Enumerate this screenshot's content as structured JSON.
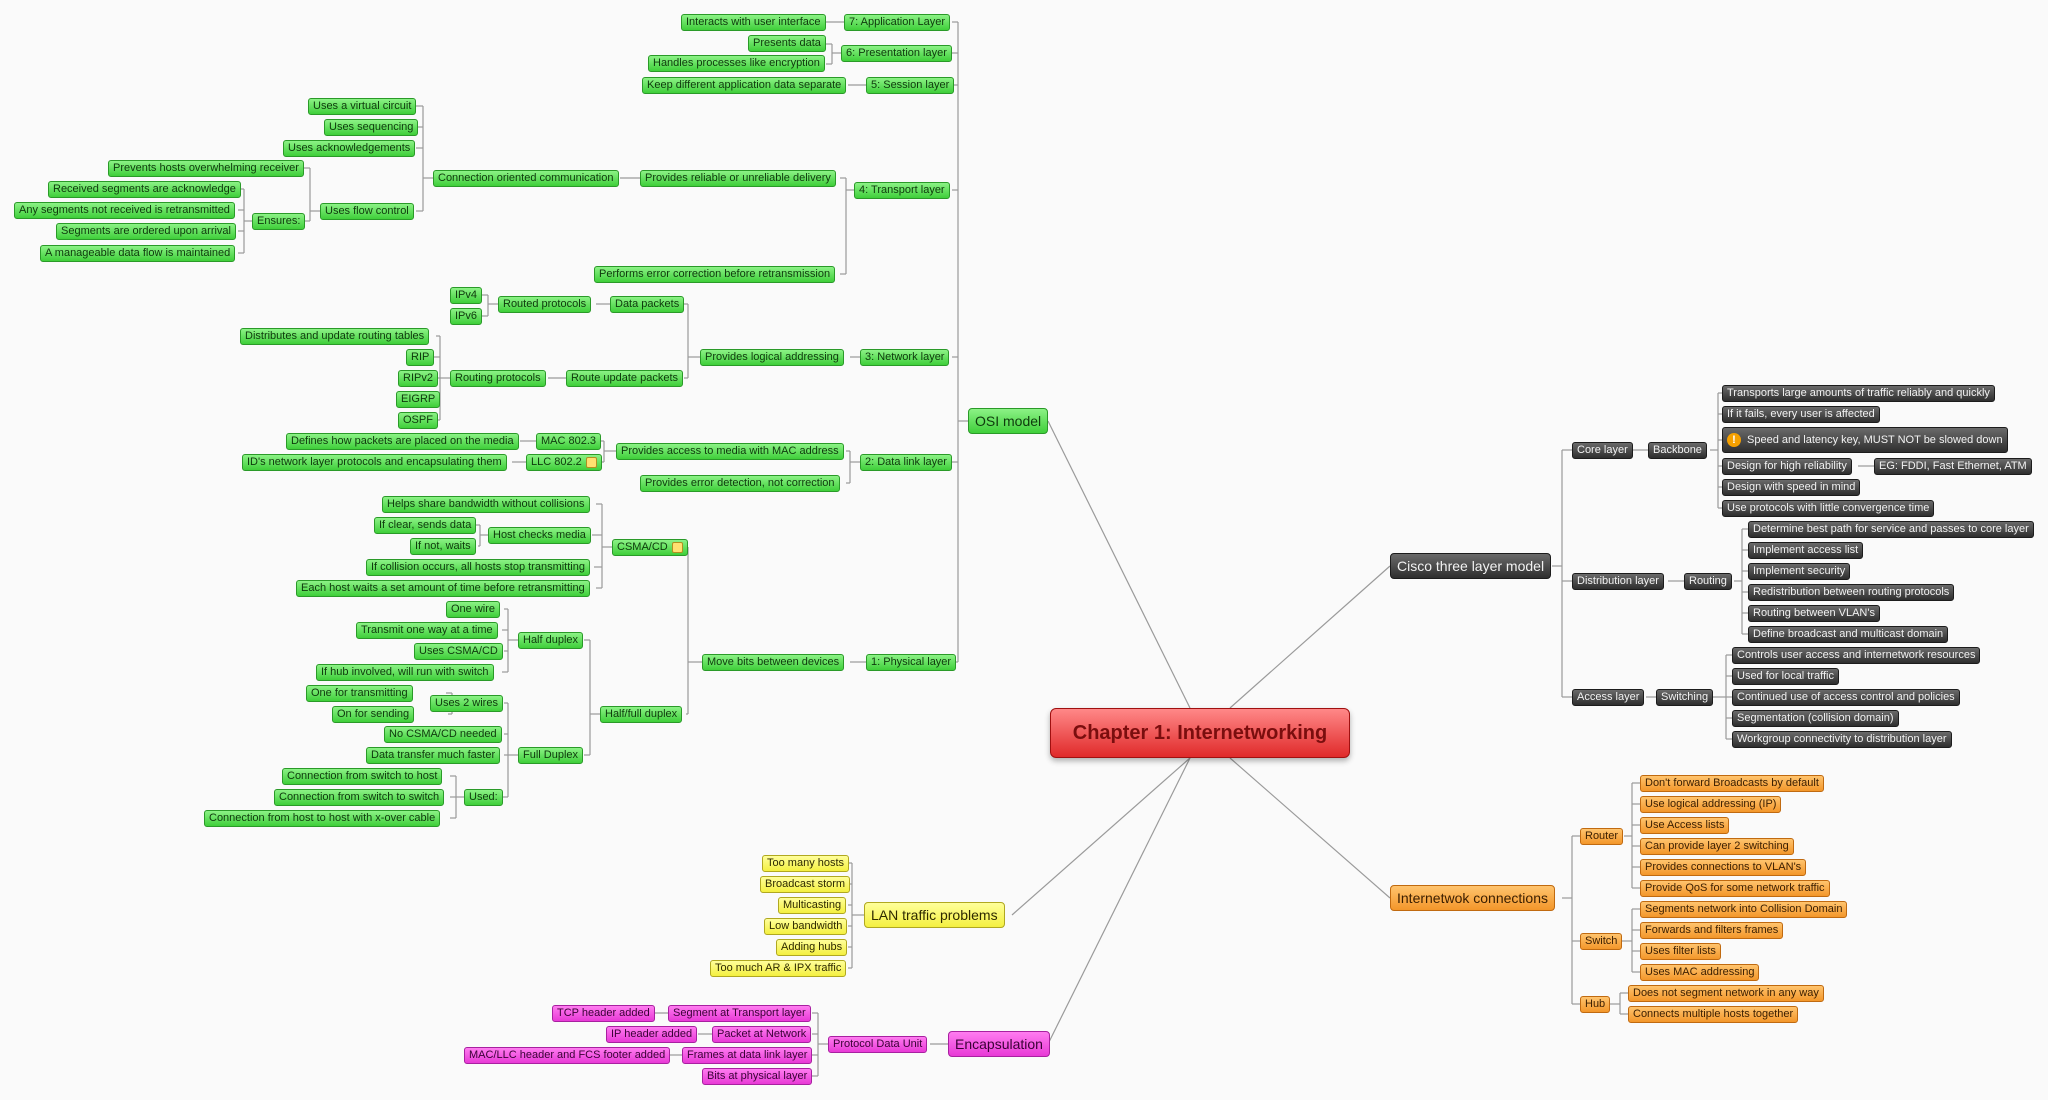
{
  "root": "Chapter 1: Internetworking",
  "osi": {
    "title": "OSI model",
    "application": {
      "label": "7: Application Layer",
      "items": [
        "Interacts with user interface"
      ]
    },
    "presentation": {
      "label": "6: Presentation layer",
      "items": [
        "Presents data",
        "Handles processes like encryption"
      ]
    },
    "session": {
      "label": "5: Session layer",
      "items": [
        "Keep different application data separate"
      ]
    },
    "transport": {
      "label": "4: Transport layer",
      "reliable": "Provides reliable or unreliable delivery",
      "connection": "Connection oriented communication",
      "conn_items": [
        "Uses a virtual circuit",
        "Uses sequencing",
        "Uses acknowledgements"
      ],
      "flow": "Uses flow control",
      "flow_prevent": "Prevents hosts overwhelming receiver",
      "ensures": "Ensures:",
      "ensures_items": [
        "Received segments are acknowledge",
        "Any segments not received is retransmitted",
        "Segments are ordered upon arrival",
        "A manageable data flow is maintained"
      ],
      "error": "Performs error correction before retransmission"
    },
    "network": {
      "label": "3: Network layer",
      "logical": "Provides logical addressing",
      "data_packets": "Data packets",
      "routed": "Routed protocols",
      "routed_items": [
        "IPv4",
        "IPv6"
      ],
      "route_update": "Route update packets",
      "routing": "Routing protocols",
      "routing_items": [
        "Distributes and update routing tables",
        "RIP",
        "RIPv2",
        "EIGRP",
        "OSPF"
      ]
    },
    "datalink": {
      "label": "2: Data link layer",
      "media": "Provides access to media with MAC address",
      "mac": "MAC 802.3",
      "mac_desc": "Defines how packets are placed on the media",
      "llc": "LLC 802.2",
      "llc_desc": "ID's network layer protocols and encapsulating them",
      "error": "Provides error detection, not correction"
    },
    "physical": {
      "label": "1: Physical layer",
      "move": "Move bits between devices",
      "csma": "CSMA/CD",
      "csma_items": [
        "Helps share bandwidth without collisions",
        "If collision occurs, all hosts stop transmitting",
        "Each host waits a set amount of time before retransmitting"
      ],
      "host_checks": "Host checks media",
      "host_checks_items": [
        "If clear, sends data",
        "If not, waits"
      ],
      "halffull": "Half/full duplex",
      "half": "Half duplex",
      "half_items": [
        "One wire",
        "Transmit one way at a time",
        "Uses CSMA/CD",
        "If hub involved, will run with switch"
      ],
      "full": "Full Duplex",
      "two_wires": "Uses 2 wires",
      "two_wires_items": [
        "One for transmitting",
        "On for sending"
      ],
      "full_items": [
        "No CSMA/CD needed",
        "Data transfer much faster"
      ],
      "used": "Used:",
      "used_items": [
        "Connection from switch to host",
        "Connection from switch to switch",
        "Connection from host to host with x-over cable"
      ]
    }
  },
  "cisco": {
    "title": "Cisco three layer model",
    "core": "Core layer",
    "backbone": "Backbone",
    "backbone_items": [
      "Transports large amounts of traffic reliably and quickly",
      "If it fails, every user is affected",
      "Speed and latency key, MUST NOT be slowed down",
      "Design for high reliability",
      "Design with speed in mind",
      "Use protocols with little convergence time"
    ],
    "reliability_eg": "EG: FDDI, Fast Ethernet, ATM",
    "distribution": "Distribution layer",
    "routing": "Routing",
    "routing_items": [
      "Determine best path for service and passes to core layer",
      "Implement access list",
      "Implement security",
      "Redistribution between routing protocols",
      "Routing between VLAN's",
      "Define broadcast and multicast domain"
    ],
    "access": "Access layer",
    "switching": "Switching",
    "switching_items": [
      "Controls user access and internetwork resources",
      "Used for local traffic",
      "Continued use of access control and policies",
      "Segmentation (collision domain)",
      "Workgroup connectivity to distribution layer"
    ]
  },
  "inet": {
    "title": "Internetwok connections",
    "router": "Router",
    "router_items": [
      "Don't forward Broadcasts by default",
      "Use logical addressing (IP)",
      "Use Access lists",
      "Can provide layer 2 switching",
      "Provides connections to VLAN's",
      "Provide QoS for some network traffic"
    ],
    "switch": "Switch",
    "switch_items": [
      "Segments network into Collision Domain",
      "Forwards and filters frames",
      "Uses filter lists",
      "Uses MAC addressing"
    ],
    "hub": "Hub",
    "hub_items": [
      "Does not segment network in any way",
      "Connects multiple hosts together"
    ]
  },
  "lan": {
    "title": "LAN traffic problems",
    "items": [
      "Too many hosts",
      "Broadcast storm",
      "Multicasting",
      "Low bandwidth",
      "Adding hubs",
      "Too much AR & IPX traffic"
    ]
  },
  "encap": {
    "title": "Encapsulation",
    "pdu": "Protocol Data Unit",
    "segment": "Segment at Transport layer",
    "tcp": "TCP header added",
    "packet": "Packet at Network",
    "ip": "IP header added",
    "frames": "Frames at data link layer",
    "mac": "MAC/LLC header and FCS footer added",
    "bits": "Bits at physical layer"
  }
}
